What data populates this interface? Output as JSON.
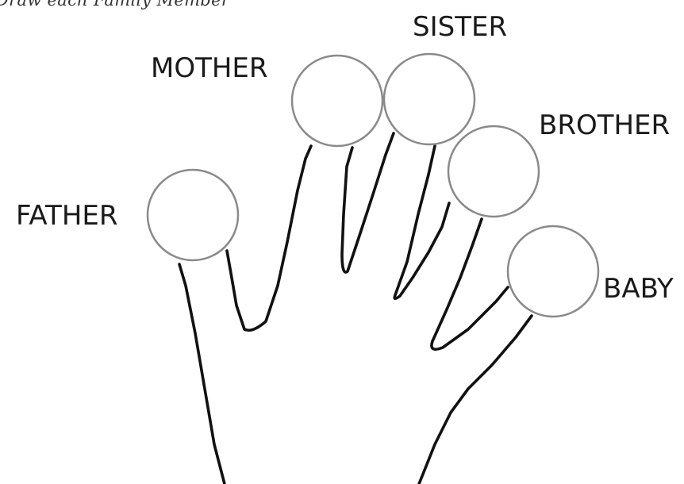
{
  "header": {
    "text": "Draw each Family Member"
  },
  "fingers": [
    {
      "id": "father",
      "label": "FATHER"
    },
    {
      "id": "mother",
      "label": "MOTHER"
    },
    {
      "id": "sister",
      "label": "SISTER"
    },
    {
      "id": "brother",
      "label": "BROTHER"
    },
    {
      "id": "baby",
      "label": "BABY"
    }
  ]
}
